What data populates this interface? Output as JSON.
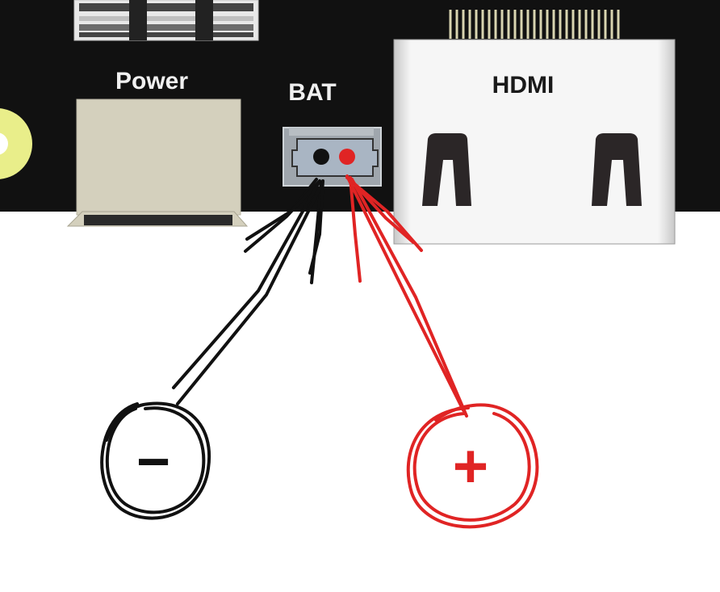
{
  "labels": {
    "power": "Power",
    "bat": "BAT",
    "hdmi": "HDMI"
  },
  "terminals": {
    "negative": "−",
    "positive": "+"
  },
  "colors": {
    "board": "#111111",
    "negative_wire": "#111111",
    "positive_wire": "#e02424",
    "power_jack": "#d4d0bd",
    "bat_connector": "#9fa6ad",
    "hdmi_port": "#f2f2f2",
    "led_ring": "#e9ee8a"
  }
}
